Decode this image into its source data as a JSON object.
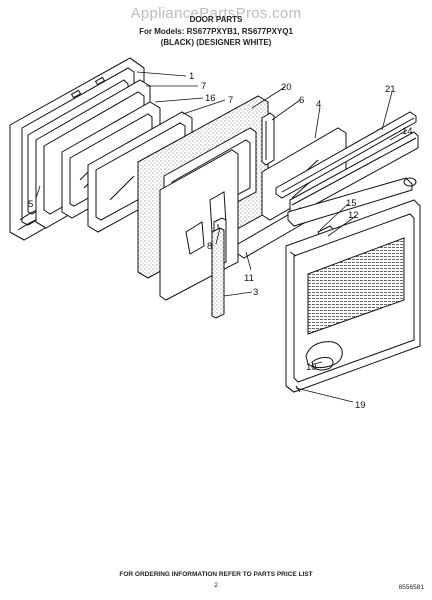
{
  "header": {
    "watermark": "AppliancePartsPros.com",
    "title": "DOOR PARTS",
    "models": "For Models: RS677PXYB1, RS677PXYQ1",
    "colors": "(BLACK) (DESIGNER WHITE)"
  },
  "callouts": [
    "1",
    "7",
    "16",
    "7",
    "20",
    "6",
    "4",
    "21",
    "14",
    "5",
    "15",
    "12",
    "8",
    "11",
    "3",
    "10",
    "19"
  ],
  "footer": {
    "ordering_note": "FOR ORDERING INFORMATION REFER TO PARTS PRICE LIST",
    "page_number": "2",
    "document_number": "8556581"
  }
}
